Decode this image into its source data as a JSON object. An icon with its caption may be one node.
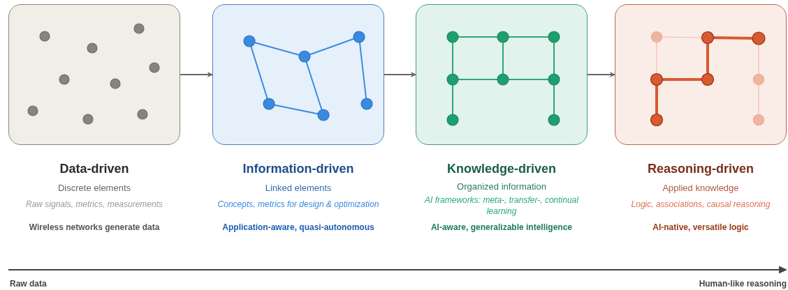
{
  "diagram": {
    "nodes": [
      {
        "text": [
          "Data-driven",
          "Discrete elements",
          "Raw signals, metrics, measurements"
        ]
      },
      {
        "text": [
          "Information-driven",
          "Linked elements",
          "Concepts, metrics for design & optimization"
        ]
      },
      {
        "text": [
          "Knowledge-driven",
          "Organized information",
          "AI frameworks: meta-, transfer-, continual learning"
        ]
      },
      {
        "text": [
          "Reasoning-driven",
          "Applied knowledge",
          "Logic, associations, causal reasoning"
        ]
      }
    ],
    "edges": [
      {
        "from": 0,
        "to": 1,
        "arrow": "to"
      },
      {
        "from": 1,
        "to": 2,
        "arrow": "to"
      },
      {
        "from": 2,
        "to": 3,
        "arrow": "to"
      }
    ],
    "labels": [
      "Wireless networks generate data",
      "Application-aware, quasi-autonomous",
      "AI-aware, generalizable intelligence",
      "AI-native, versatile logic",
      "Raw data",
      "Human-like reasoning"
    ]
  }
}
